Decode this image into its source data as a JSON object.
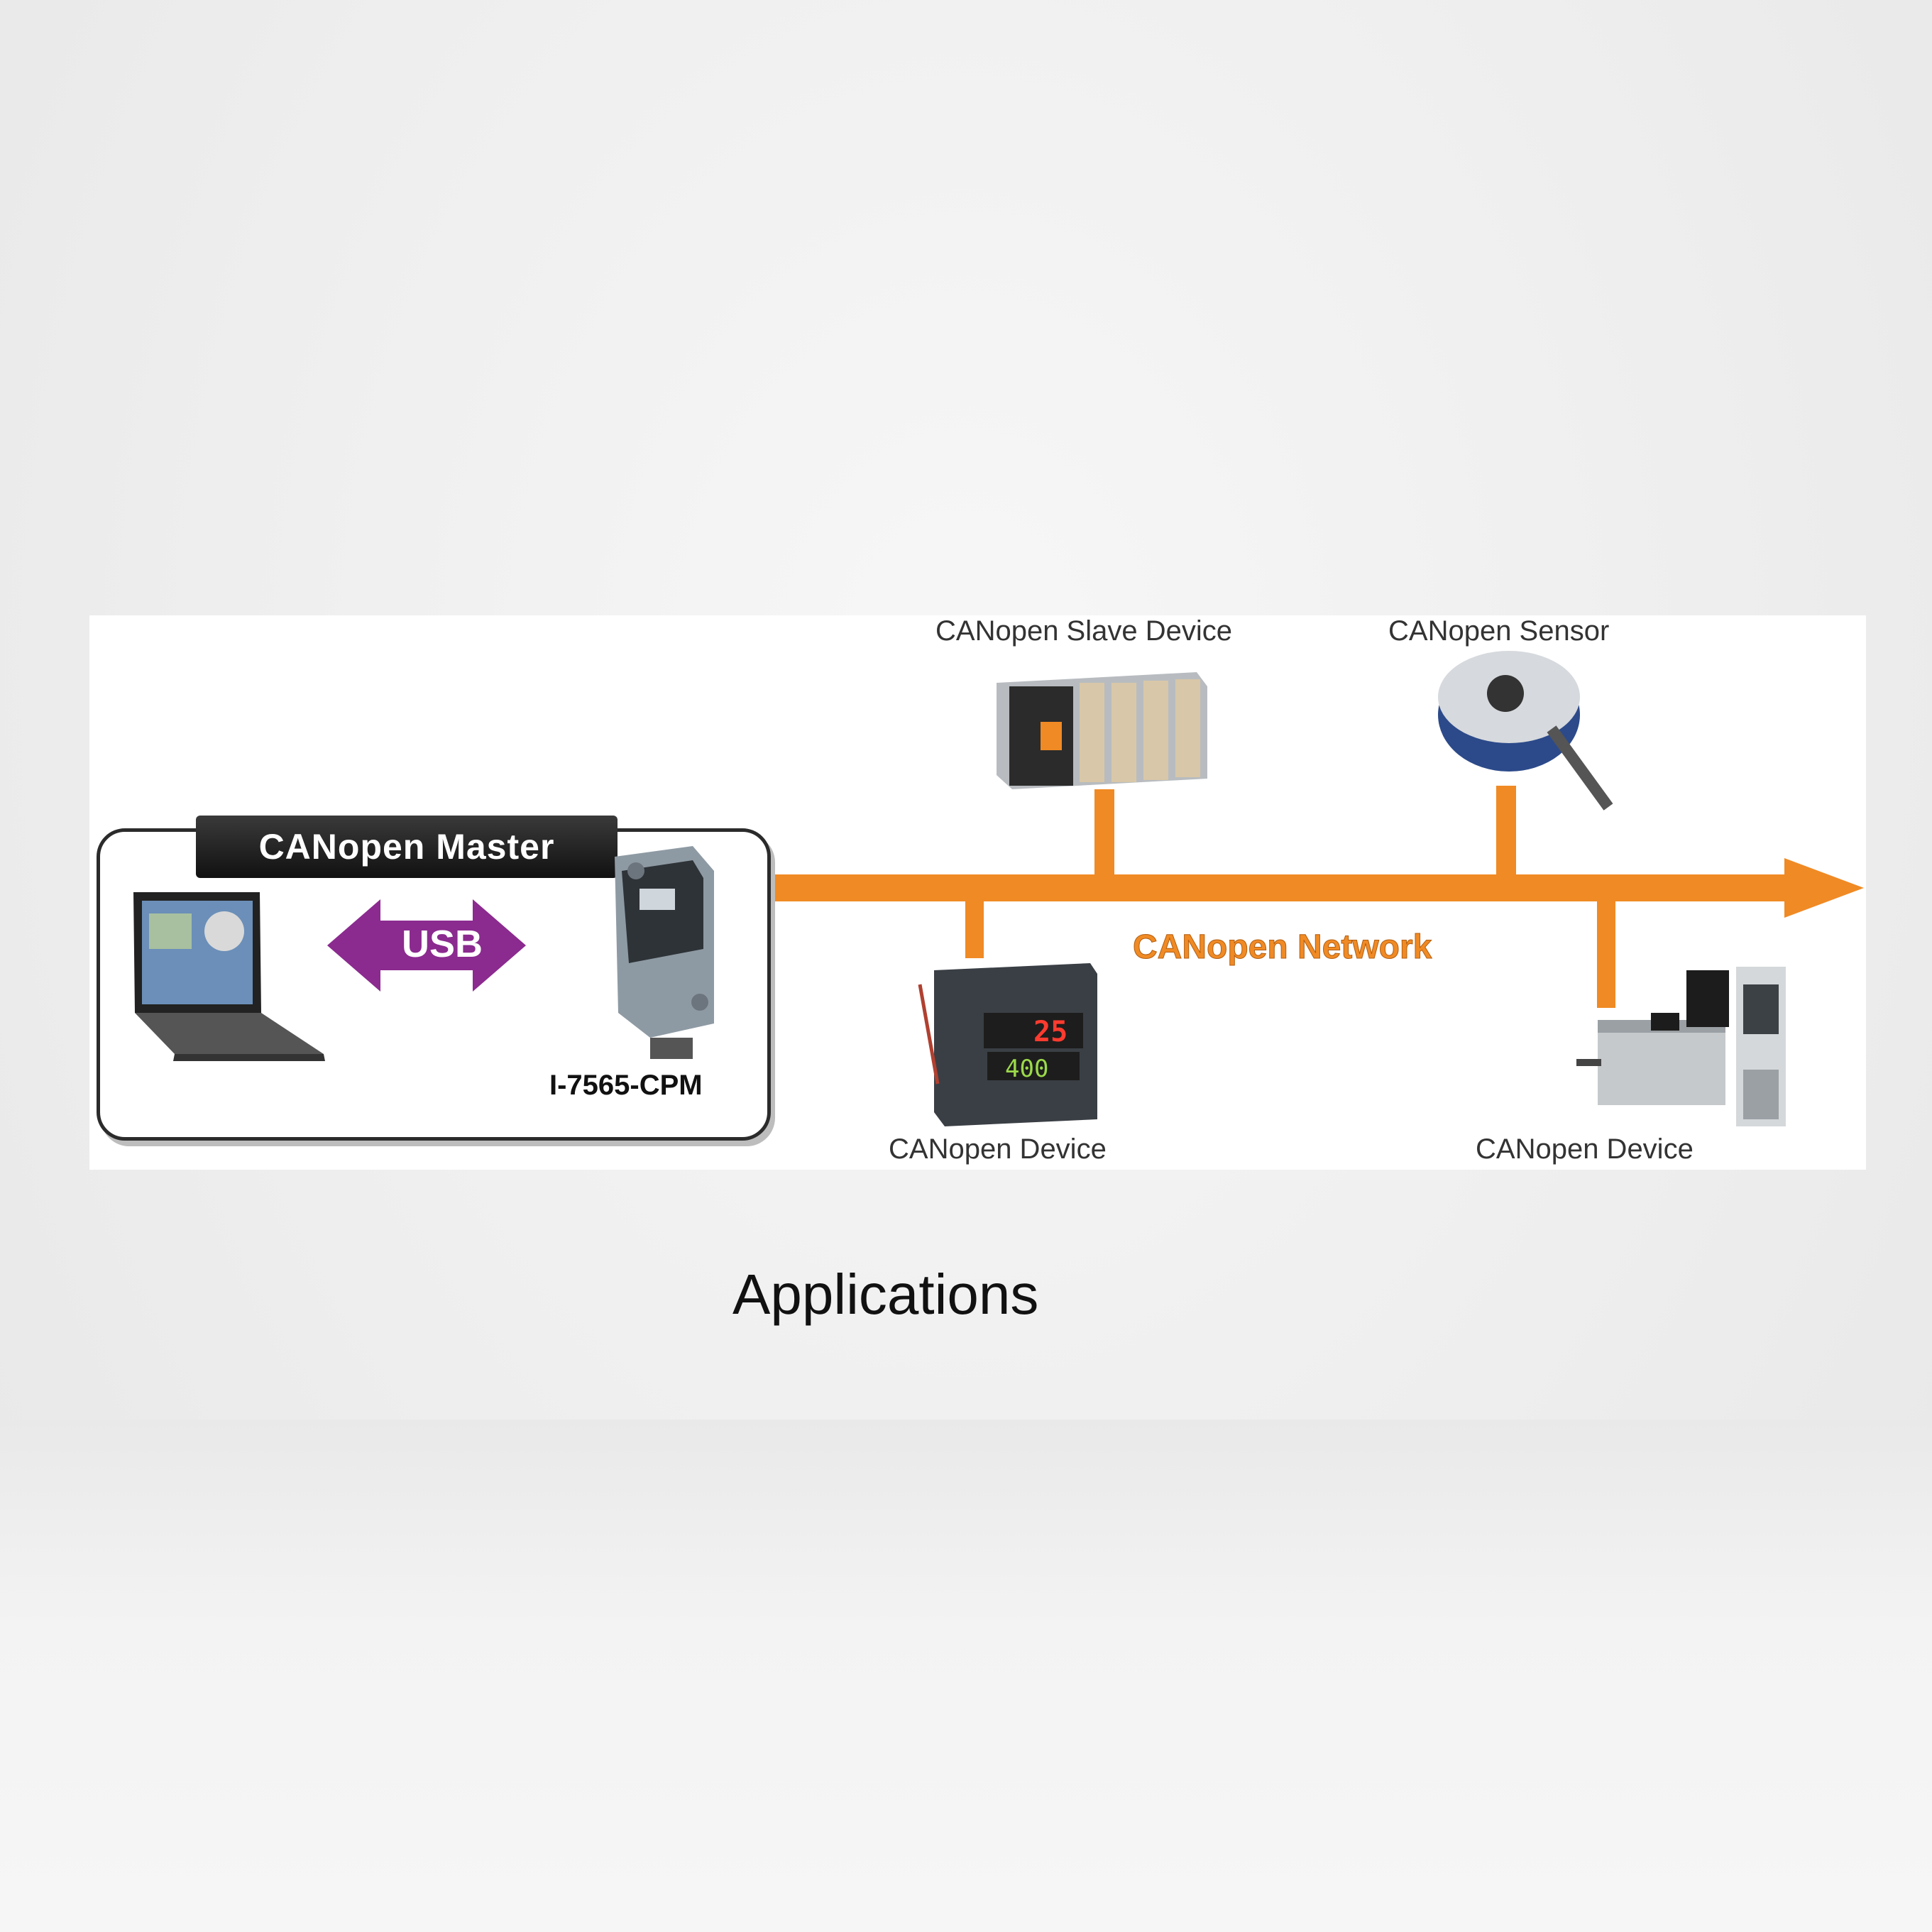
{
  "diagram": {
    "master_label": "CANopen Master",
    "usb_label": "USB",
    "model_label": "I-7565-CPM",
    "network_label": "CANopen Network",
    "slave_device_label": "CANopen Slave Device",
    "sensor_label": "CANopen Sensor",
    "device1_label": "CANopen Device",
    "device2_label": "CANopen Device"
  },
  "caption": "Applications",
  "colors": {
    "network_orange": "#f08a24",
    "usb_purple": "#8b2a8f"
  },
  "icons": [
    "laptop-icon",
    "usb-arrow-icon",
    "converter-icon",
    "io-rack-icon",
    "encoder-sensor-icon",
    "temperature-controller-icon",
    "servo-drive-icon"
  ]
}
